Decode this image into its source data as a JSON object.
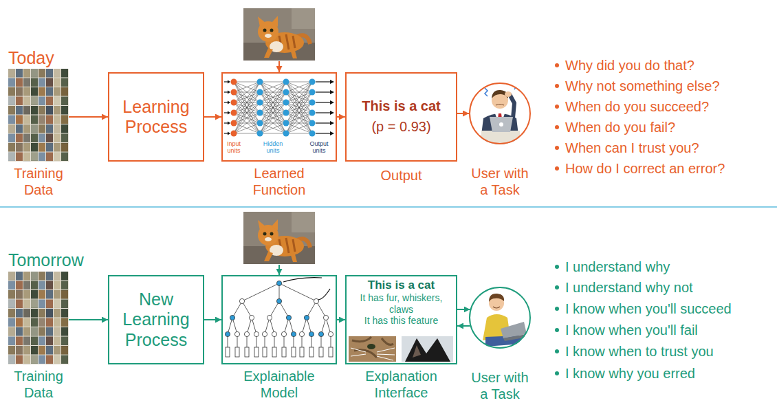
{
  "diagram": {
    "nodes": [
      {
        "text": [
          "Training Data"
        ]
      },
      {
        "text": [
          "Learning Process"
        ]
      },
      {
        "text": [
          "Input units",
          "Hidden units",
          "Output units",
          "Learned Function"
        ]
      },
      {
        "text": [
          "This is a cat",
          "(p = 0.93)",
          "Output"
        ]
      },
      {
        "text": [
          "User with a Task"
        ]
      },
      {
        "text": [
          "Training Data"
        ]
      },
      {
        "text": [
          "New Learning Process"
        ]
      },
      {
        "text": [
          "Explainable Model"
        ]
      },
      {
        "text": [
          "This is a cat",
          "It has fur, whiskers, claws",
          "It has this feature",
          "Explanation Interface"
        ]
      },
      {
        "text": [
          "User with a Task"
        ]
      }
    ],
    "edges": [
      {
        "from": 0,
        "to": 1,
        "arrow": "to"
      },
      {
        "from": 1,
        "to": 2,
        "arrow": "to"
      },
      {
        "from": 2,
        "to": 3,
        "arrow": "to"
      },
      {
        "from": 3,
        "to": 4,
        "arrow": "to"
      },
      {
        "from": 5,
        "to": 6,
        "arrow": "to"
      },
      {
        "from": 6,
        "to": 7,
        "arrow": "to"
      },
      {
        "from": 7,
        "to": 8,
        "arrow": "to"
      },
      {
        "from": 8,
        "to": 9,
        "arrow": "to"
      },
      {
        "from": 9,
        "to": 8,
        "arrow": "to"
      }
    ],
    "labels": [
      "Today",
      "Why did you do that?",
      "Why not something else?",
      "When do you succeed?",
      "When do you fail?",
      "When can I trust you?",
      "How do I correct an error?",
      "Tomorrow",
      "I understand why",
      "I understand why not",
      "I know when you'll succeed",
      "I know when you'll fail",
      "I know when to trust you",
      "I know why you erred"
    ]
  }
}
